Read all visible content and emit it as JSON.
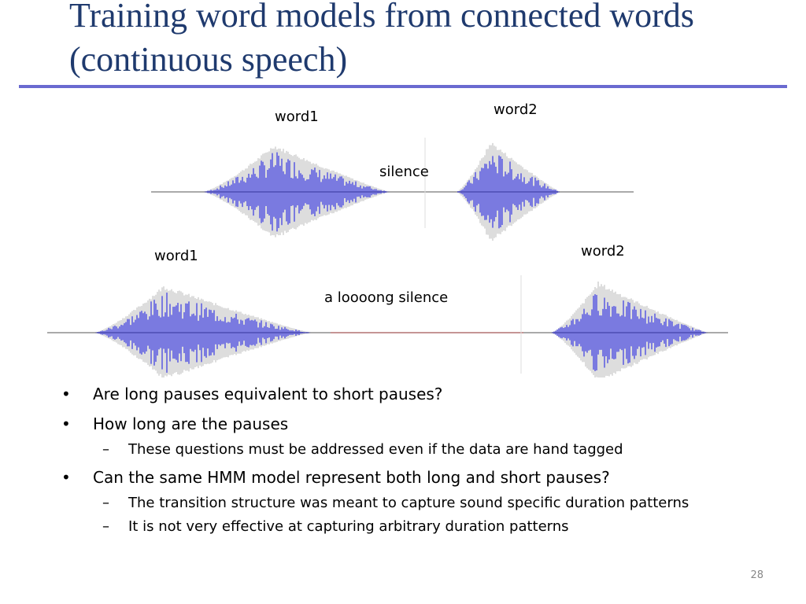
{
  "slide": {
    "title": "Training word models from connected words (continuous speech)",
    "page_number": "28"
  },
  "figure": {
    "top_row": {
      "word1_label": "word1",
      "word2_label": "word2",
      "gap_label": "silence"
    },
    "bottom_row": {
      "word1_label": "word1",
      "word2_label": "word2",
      "gap_label": "a loooong silence"
    },
    "colors": {
      "waveform": "#2222cc",
      "envelope": "#bbbbbb",
      "baseline": "#aaaaaa",
      "pause_line": "#e08080"
    }
  },
  "bullets": [
    {
      "level": 1,
      "marker": "•",
      "text": "Are long pauses equivalent to short pauses?"
    },
    {
      "level": 1,
      "marker": "•",
      "text": "How long are the pauses"
    },
    {
      "level": 2,
      "marker": "–",
      "text": "These questions must be addressed even if the data are hand tagged"
    },
    {
      "level": 1,
      "marker": "•",
      "text": "Can the same HMM model represent both long and short pauses?"
    },
    {
      "level": 2,
      "marker": "–",
      "text": "The transition structure was meant to capture sound specific duration patterns"
    },
    {
      "level": 2,
      "marker": "–",
      "text": "It is not very effective at capturing arbitrary duration patterns"
    }
  ]
}
